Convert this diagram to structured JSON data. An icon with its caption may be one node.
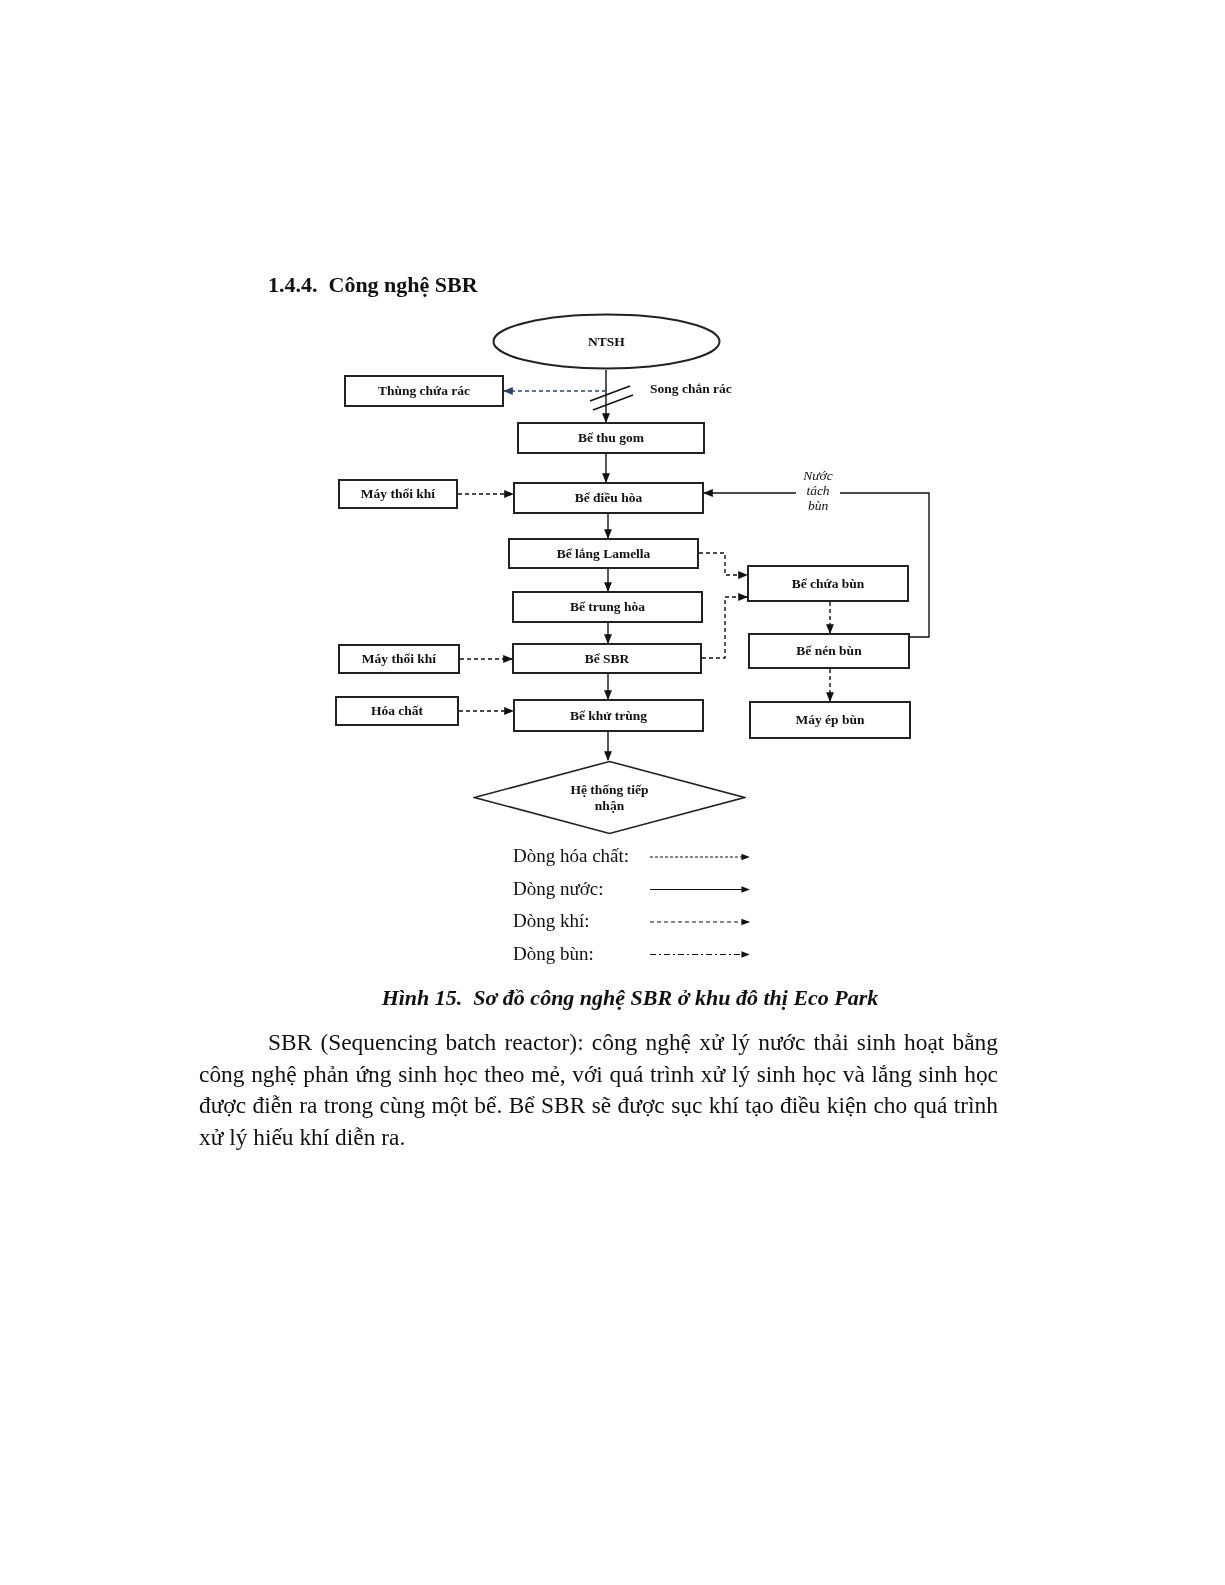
{
  "diagram": {
    "title": "1.4.4.  Công nghệ SBR",
    "caption": "Hình 15.  Sơ đồ công nghệ SBR ở khu đô thị Eco Park",
    "nodes": [
      {
        "text": [
          "NTSH"
        ]
      },
      {
        "text": [
          "Thùng chứa rác"
        ]
      },
      {
        "text": [
          "Bể thu gom"
        ]
      },
      {
        "text": [
          "Máy thổi khí"
        ]
      },
      {
        "text": [
          "Bể điều hòa"
        ]
      },
      {
        "text": [
          "Bể lắng Lamella"
        ]
      },
      {
        "text": [
          "Bể chứa bùn"
        ]
      },
      {
        "text": [
          "Bể trung hòa"
        ]
      },
      {
        "text": [
          "Máy thổi khí"
        ]
      },
      {
        "text": [
          "Bể SBR"
        ]
      },
      {
        "text": [
          "Bể nén bùn"
        ]
      },
      {
        "text": [
          "Hóa chất"
        ]
      },
      {
        "text": [
          "Bể khử trùng"
        ]
      },
      {
        "text": [
          "Máy ép bùn"
        ]
      },
      {
        "text": [
          "Hệ thống tiếp nhận"
        ]
      }
    ],
    "edges": [
      {
        "from": 0,
        "to": 2,
        "arrow": "to"
      },
      {
        "from": null,
        "to": 1,
        "arrow": "to",
        "style": "dashed",
        "color": "#2f4170"
      },
      {
        "from": 2,
        "to": 4,
        "arrow": "to"
      },
      {
        "from": 3,
        "to": 4,
        "arrow": "to",
        "style": "dashed"
      },
      {
        "from": 10,
        "to": 4,
        "arrow": "to",
        "label": "Nước tách bùn"
      },
      {
        "from": 4,
        "to": 5,
        "arrow": "to"
      },
      {
        "from": 5,
        "to": 7,
        "arrow": "to"
      },
      {
        "from": 5,
        "to": 6,
        "arrow": "to",
        "style": "dashed"
      },
      {
        "from": 9,
        "to": 6,
        "arrow": "to",
        "style": "dashed"
      },
      {
        "from": 6,
        "to": 10,
        "arrow": "to",
        "style": "dashed"
      },
      {
        "from": 7,
        "to": 9,
        "arrow": "to"
      },
      {
        "from": 8,
        "to": 9,
        "arrow": "to",
        "style": "dashed"
      },
      {
        "from": 10,
        "to": 13,
        "arrow": "to",
        "style": "dashed"
      },
      {
        "from": 9,
        "to": 12,
        "arrow": "to"
      },
      {
        "from": 11,
        "to": 12,
        "arrow": "to",
        "style": "dashed"
      },
      {
        "from": 12,
        "to": 14,
        "arrow": "to"
      }
    ],
    "labels": [
      "Song chắn rác",
      "SBR (Sequencing batch reactor): công nghệ xử lý nước thải sinh hoạt bằng công nghệ phản ứng sinh học theo mẻ, với quá trình xử lý sinh học và lắng sinh học được điễn ra trong cùng một bể. Bể SBR sẽ được sục khí tạo điều kiện cho quá trình xử lý hiếu khí diễn ra."
    ],
    "legend": [
      {
        "text": "Dòng hóa chất:"
      },
      {
        "text": "Dòng nước:"
      },
      {
        "text": "Dòng khí:"
      },
      {
        "text": "Dòng bùn:"
      }
    ]
  }
}
